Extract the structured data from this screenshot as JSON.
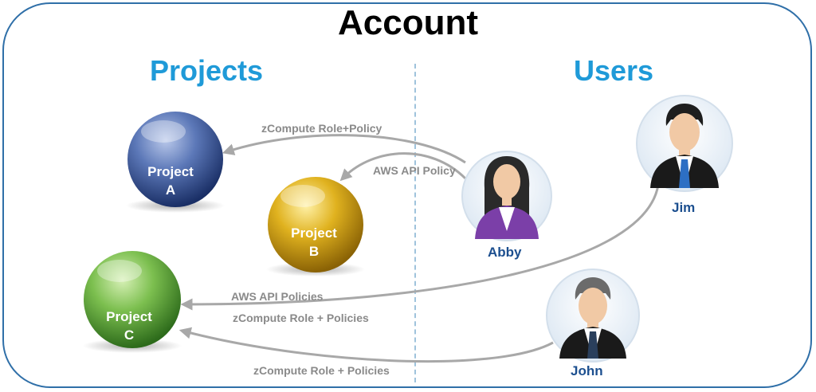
{
  "title": "Account",
  "sections": {
    "projects": "Projects",
    "users": "Users"
  },
  "projects": [
    {
      "line1": "Project",
      "line2": "A",
      "color": "#2e4d8f"
    },
    {
      "line1": "Project",
      "line2": "B",
      "color": "#c69a10"
    },
    {
      "line1": "Project",
      "line2": "C",
      "color": "#4f9a35"
    }
  ],
  "users": [
    {
      "name": "Abby",
      "accent": "#7b3fa8"
    },
    {
      "name": "Jim",
      "accent": "#1d3f7a"
    },
    {
      "name": "John",
      "accent": "#1d3f7a"
    }
  ],
  "connections": [
    {
      "label": "zCompute Role+Policy"
    },
    {
      "label": "AWS API Policy"
    },
    {
      "label": "AWS API Policies"
    },
    {
      "label": "zCompute Role + Policies"
    },
    {
      "label": "zCompute Role + Policies"
    }
  ],
  "colors": {
    "heading": "#1f9ad8",
    "frame": "#2f6fa8",
    "arrow": "#a8a8a8",
    "user_name": "#1c4f8f"
  }
}
